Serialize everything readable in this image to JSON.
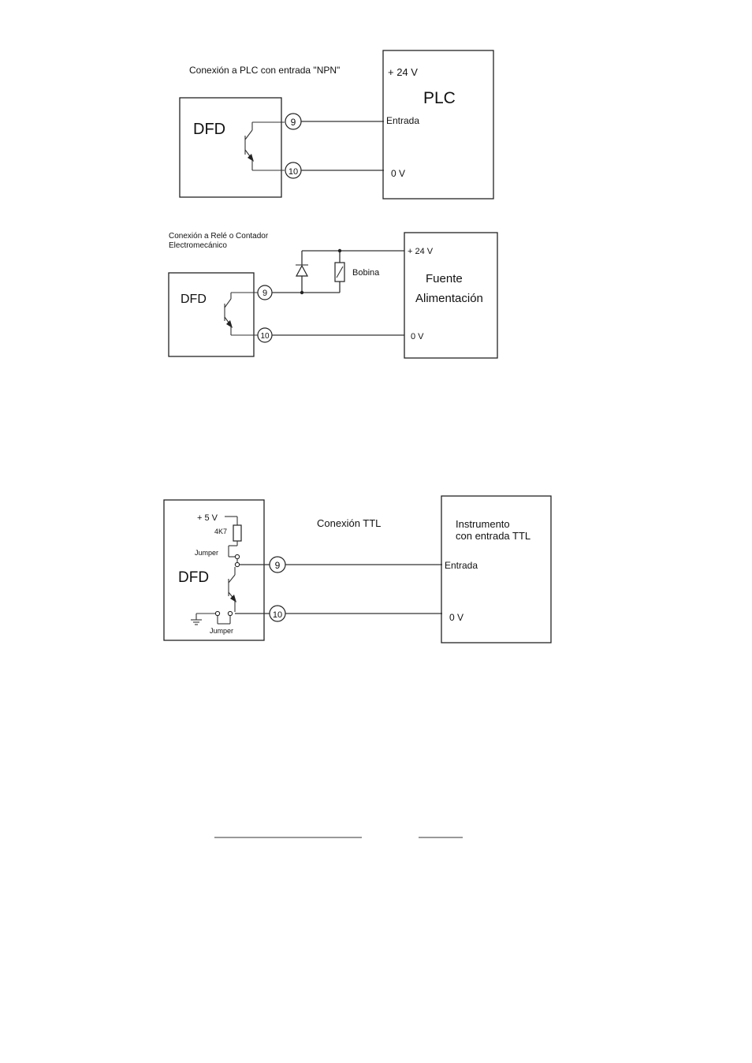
{
  "diagram1": {
    "caption": "Conexión a PLC con entrada \"NPN\"",
    "left_label": "DFD",
    "right_title": "PLC",
    "plus24": "+ 24 V",
    "input_label": "Entrada",
    "zero_label": "0 V",
    "terminal_a": "9",
    "terminal_b": "10"
  },
  "diagram2": {
    "caption_line1": "Conexión a Relé o Contador",
    "caption_line2": "Electromecánico",
    "left_label": "DFD",
    "coil_label": "Bobina",
    "right_title_line1": "Fuente",
    "right_title_line2": "Alimentación",
    "plus24": "+ 24 V",
    "zero_label": "0 V",
    "terminal_a": "9",
    "terminal_b": "10"
  },
  "diagram3": {
    "caption": "Conexión TTL",
    "left_label": "DFD",
    "plus5": "+ 5 V",
    "resistor_label": "4K7",
    "jumper_top": "Jumper",
    "jumper_bottom": "Jumper",
    "right_title_line1": "Instrumento",
    "right_title_line2": "con entrada TTL",
    "input_label": "Entrada",
    "zero_label": "0 V",
    "terminal_a": "9",
    "terminal_b": "10"
  }
}
